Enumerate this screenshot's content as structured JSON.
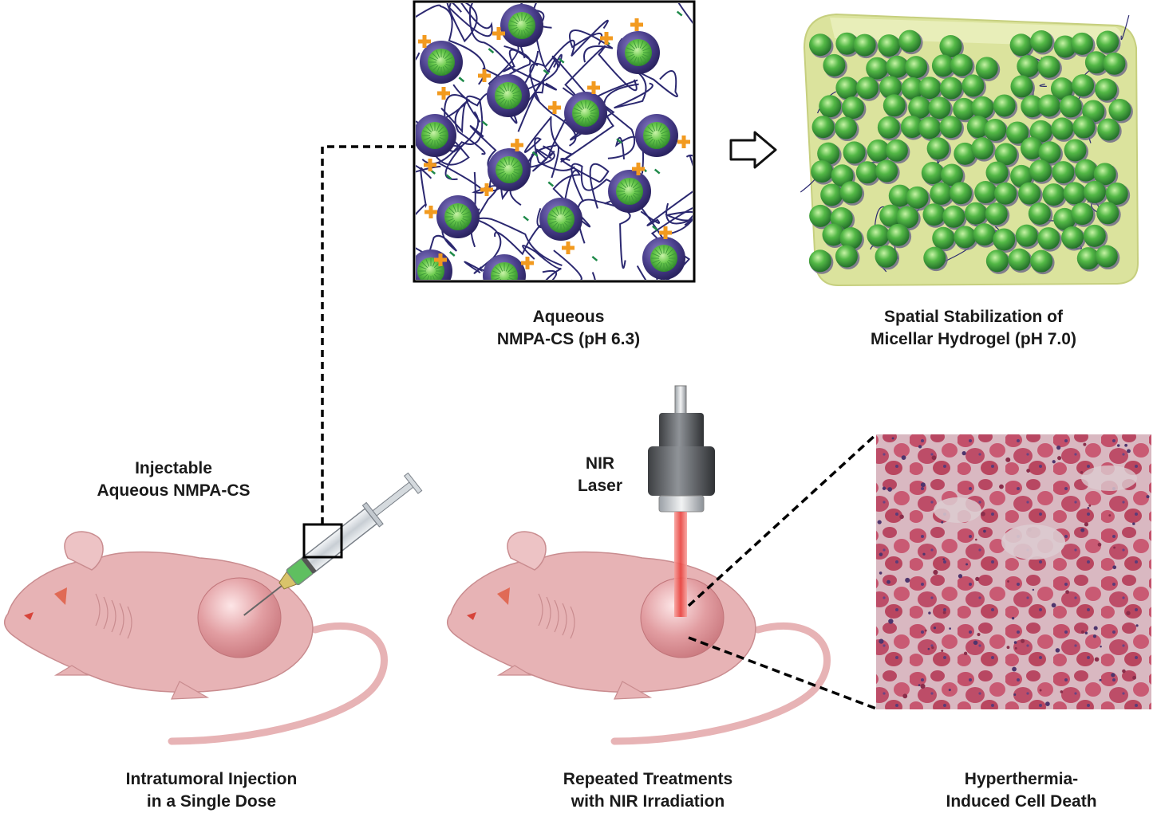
{
  "labels": {
    "aqueous": {
      "line1": "Aqueous",
      "line2": "NMPA-CS (pH 6.3)"
    },
    "hydrogel": {
      "line1": "Spatial Stabilization of",
      "line2": "Micellar Hydrogel (pH 7.0)"
    },
    "injectable": {
      "line1": "Injectable",
      "line2": "Aqueous NMPA-CS"
    },
    "laser": {
      "line1": "NIR",
      "line2": "Laser"
    },
    "injection_step": {
      "line1": "Intratumoral Injection",
      "line2": "in a Single Dose"
    },
    "irradiation_step": {
      "line1": "Repeated Treatments",
      "line2": "with NIR Irradiation"
    },
    "death_step": {
      "line1": "Hyperthermia-",
      "line2": "Induced Cell Death"
    }
  },
  "colors": {
    "mouse_skin": "#e7b3b5",
    "mouse_outline": "#c98c8f",
    "tumor": "#d98b90",
    "micelle_shell": "#4a3f8c",
    "micelle_core": "#5fc24d",
    "positive_charge": "#f29a1f",
    "polymer_chain": "#2b2870",
    "hydrogel_block": "#dfe7a3",
    "laser_beam": "#ee4a45",
    "tissue": "#c6546c"
  }
}
